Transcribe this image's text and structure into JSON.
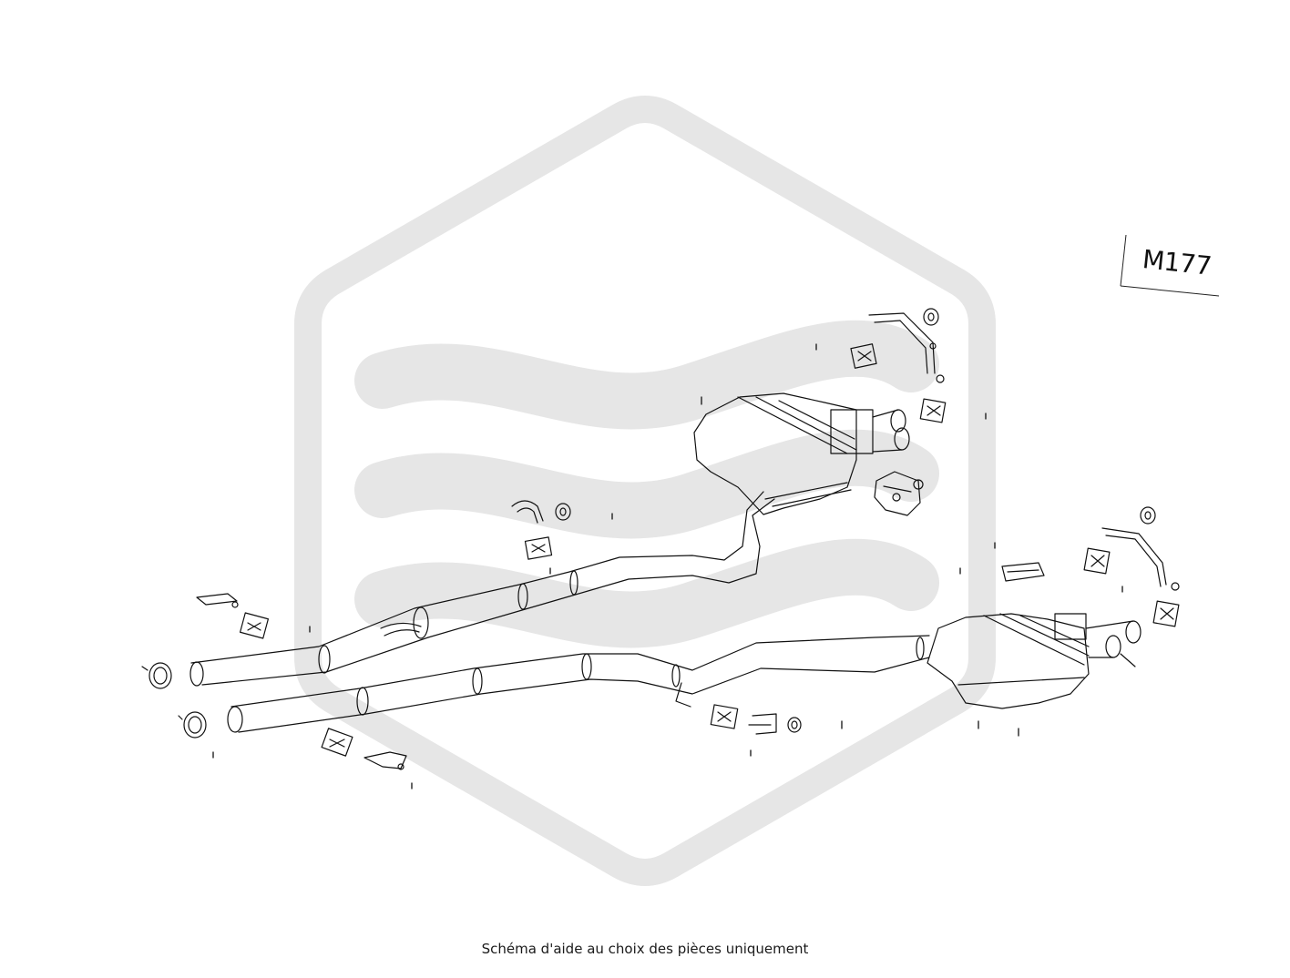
{
  "diagram": {
    "code_label": "M177",
    "caption": "Schéma d'aide au choix des pièces uniquement",
    "watermark": {
      "color": "#e6e6e6",
      "shape": "hexagon-with-waves"
    },
    "line_color": "#111111"
  }
}
